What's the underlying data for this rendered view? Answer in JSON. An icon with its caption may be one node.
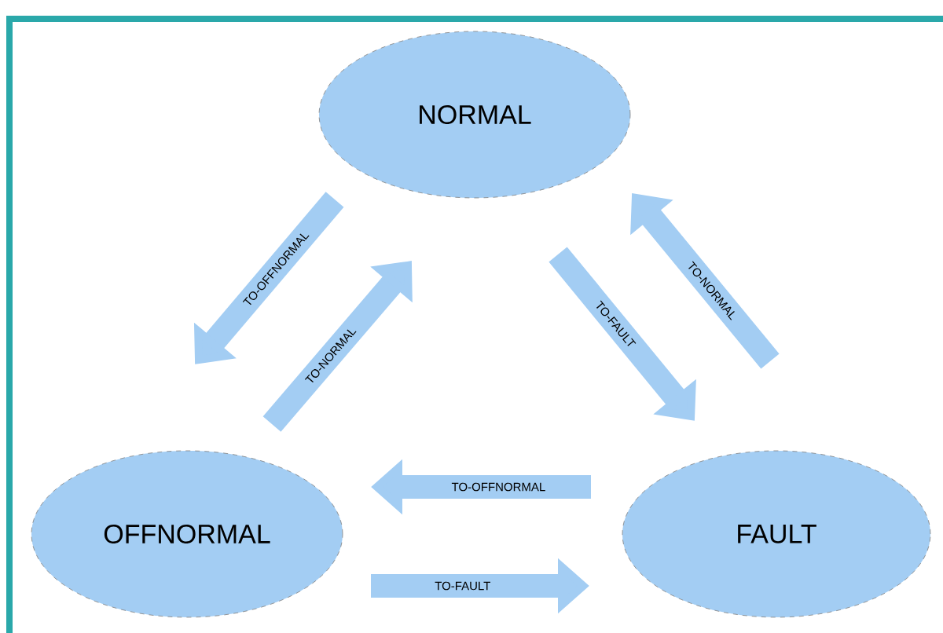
{
  "diagram": {
    "nodes": [
      {
        "text": [
          "NORMAL"
        ]
      },
      {
        "text": [
          "OFFNORMAL"
        ]
      },
      {
        "text": [
          "FAULT"
        ]
      }
    ],
    "edges": [
      {
        "from": 0,
        "to": 1,
        "arrow": "to",
        "label": "TO-OFFNORMAL"
      },
      {
        "from": 1,
        "to": 0,
        "arrow": "to",
        "label": "TO-NORMAL"
      },
      {
        "from": 0,
        "to": 2,
        "arrow": "to",
        "label": "TO-FAULT"
      },
      {
        "from": 2,
        "to": 0,
        "arrow": "to",
        "label": "TO-NORMAL"
      },
      {
        "from": 2,
        "to": 1,
        "arrow": "to",
        "label": "TO-OFFNORMAL"
      },
      {
        "from": 1,
        "to": 2,
        "arrow": "to",
        "label": "TO-FAULT"
      }
    ]
  }
}
